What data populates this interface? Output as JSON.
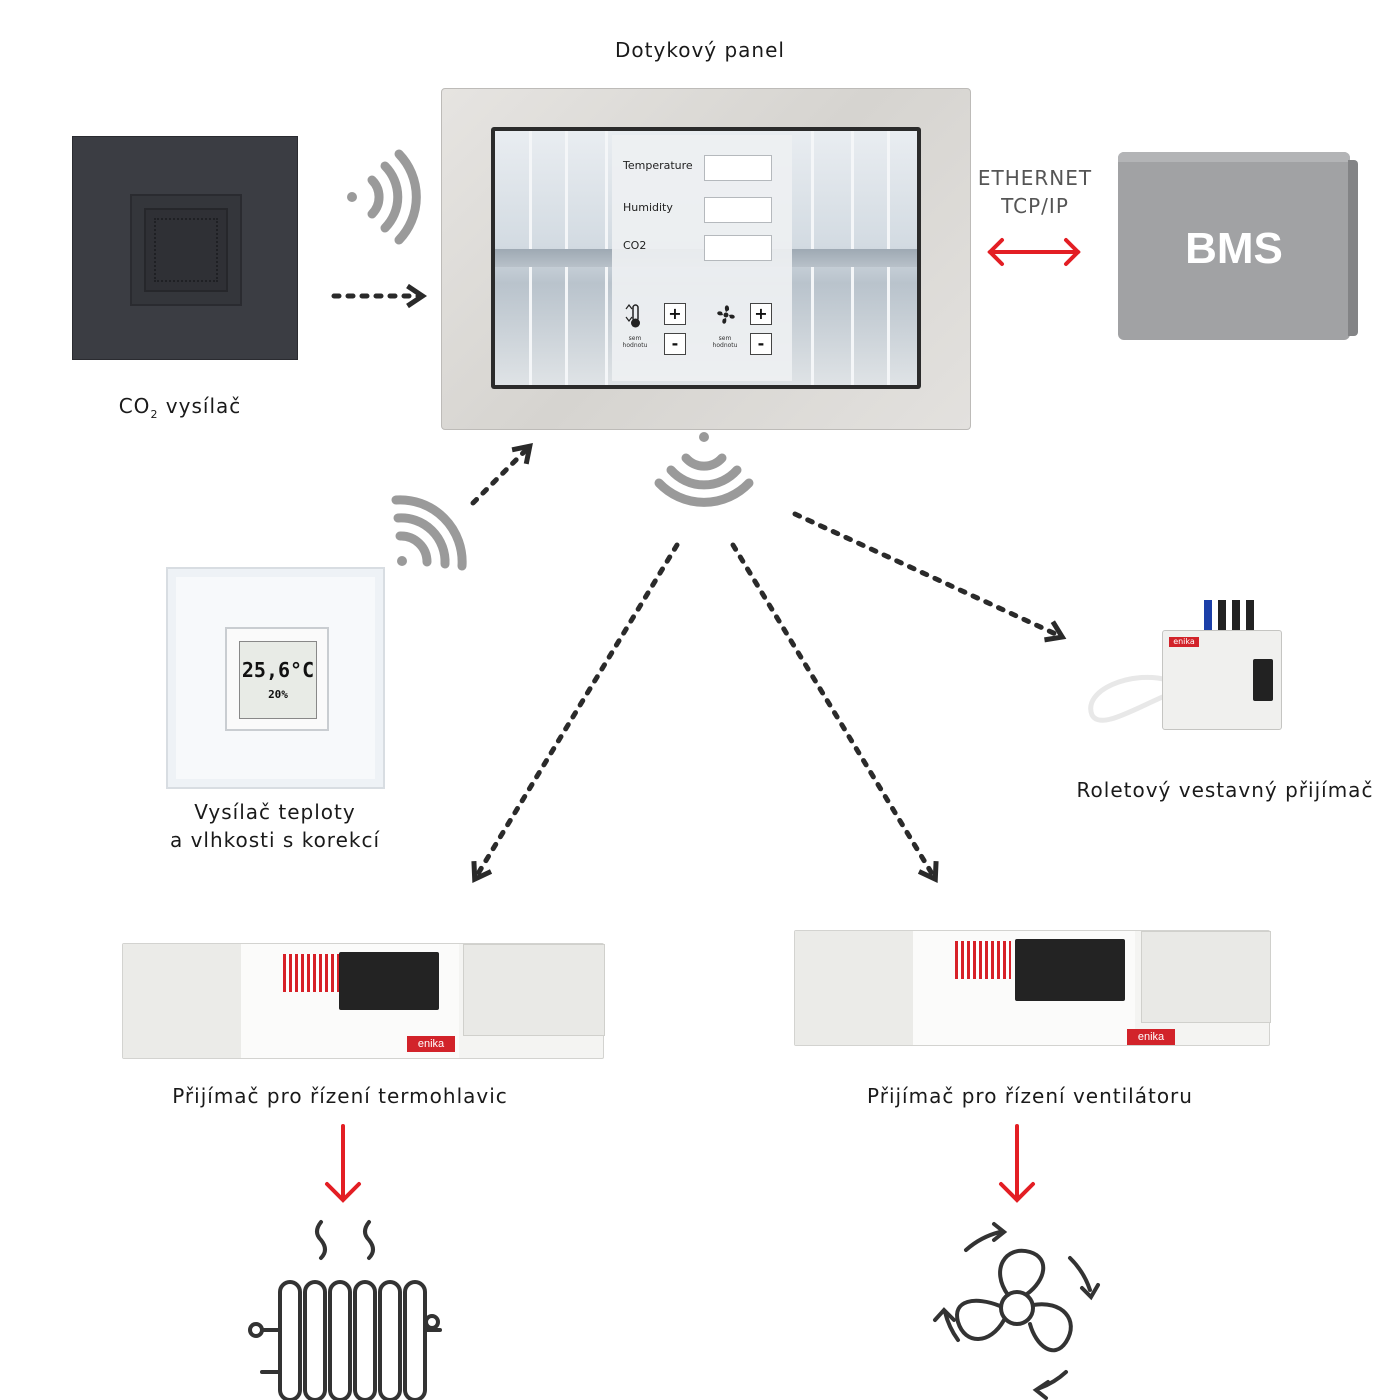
{
  "panel": {
    "title": "Dotykový panel",
    "screen": {
      "rows": [
        {
          "label": "Temperature"
        },
        {
          "label": "Humidity"
        },
        {
          "label": "CO2"
        }
      ],
      "controls": [
        {
          "icon": "thermometer-icon",
          "caption": "sem\nhodnotu",
          "plus": "+",
          "minus": "-"
        },
        {
          "icon": "fan-icon",
          "caption": "sem\nhodnotu",
          "plus": "+",
          "minus": "-"
        }
      ]
    }
  },
  "co2_sensor": {
    "label_main": "CO",
    "label_sub": "2",
    "label_rest": " vysílač"
  },
  "connection": {
    "line1": "ETHERNET",
    "line2": "TCP/IP",
    "color": "#e31e24"
  },
  "bms": {
    "label": "BMS"
  },
  "th_sensor": {
    "label_line1": "Vysílač teploty",
    "label_line2": "a vlhkosti s korekcí",
    "display_temp": "25,6°C",
    "display_hum": "20%"
  },
  "roller_receiver": {
    "label": "Roletový vestavný přijímač",
    "brand": "enika"
  },
  "thermo_receiver": {
    "label": "Přijímač pro řízení termohlavic",
    "brand": "enika",
    "output_device": "radiator-icon"
  },
  "fan_receiver": {
    "label": "Přijímač pro řízení ventilátoru",
    "brand": "enika",
    "output_device": "fan-icon"
  },
  "colors": {
    "accent": "#e31e24",
    "gray": "#a1a2a4",
    "dots": "#2a2a2a"
  }
}
